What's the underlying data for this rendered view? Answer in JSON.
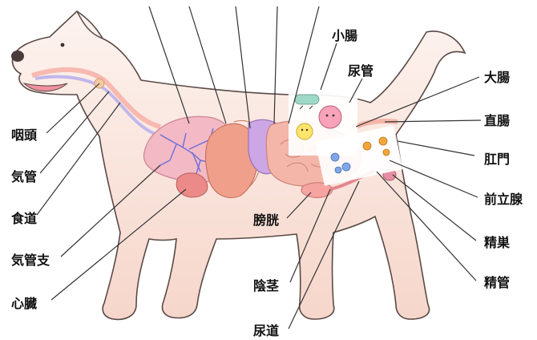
{
  "diagram": {
    "labels": {
      "intestine_small": "小腸",
      "ureter": "尿管",
      "intestine_large": "大腸",
      "rectum": "直腸",
      "anus": "肛門",
      "prostate": "前立腺",
      "testis": "精巣",
      "vas_deferens": "精管",
      "pharynx": "咽頭",
      "trachea": "気管",
      "esophagus": "食道",
      "bronchi": "気管支",
      "heart": "心臓",
      "bladder": "膀胱",
      "penis": "陰茎",
      "urethra": "尿道"
    },
    "colors": {
      "body": "#fbe9e2",
      "outline": "#5a4a46",
      "lung": "#f3b9c5",
      "airway": "#6b6fd8",
      "liver": "#f0a08a",
      "stomach": "#cda6e6",
      "intestine": "#f4b6a8",
      "heart": "#ec8a8a",
      "germ_green": "#9ed9c8",
      "germ_pink": "#f8a3b9",
      "germ_yellow": "#ffe56b",
      "germ_blue": "#7fa7e8",
      "germ_orange": "#f2a63a"
    }
  }
}
